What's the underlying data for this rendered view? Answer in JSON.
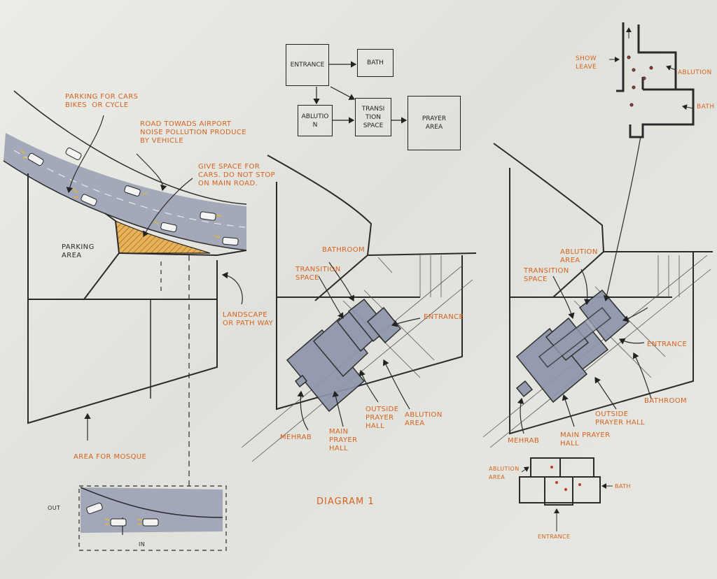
{
  "diagram_title": "DIAGRAM 1",
  "colors": {
    "ink": "#222222",
    "annotation": "#d4621f",
    "road": "#9ba2b5",
    "block": "#8e95ab",
    "hatch": "#d99a2a",
    "paper": "#e8e8e3"
  },
  "flow_chart": {
    "entrance": "ENTRANCE",
    "bath": "BATH",
    "ablution": "ABLUTIO\nN",
    "transition": "TRANSI\nTION\nSPACE",
    "prayer": "PRAYER\nAREA"
  },
  "site_plan": {
    "parking_note": "PARKING FOR CARS\nBIKES  OR CYCLE",
    "road_note": "ROAD TOWADS AIRPORT\nNOISE POLLUTION PRODUCE\nBY VEHICLE",
    "space_note": "GIVE SPACE FOR\nCARS. DO NOT STOP\nON MAIN ROAD.",
    "parking_area": "PARKING\nAREA",
    "landscape": "LANDSCAPE\nOR PATH WAY",
    "mosque_area": "AREA FOR MOSQUE"
  },
  "road_detail": {
    "out": "OUT",
    "in": "IN"
  },
  "option_a": {
    "bathroom": "BATHROOM",
    "transition": "TRANSITION\nSPACE",
    "entrance": "ENTRANCE",
    "mehrab": "MEHRAB",
    "main_hall": "MAIN\nPRAYER\nHALL",
    "outside_hall": "OUTSIDE\nPRAYER\nHALL",
    "ablution": "ABLUTION\nAREA"
  },
  "option_b": {
    "ablution": "ABLUTION\nAREA",
    "transition": "TRANSITION\nSPACE",
    "entrance": "ENTRANCE",
    "bathroom": "BATHROOM",
    "mehrab": "MEHRAB",
    "main_hall": "MAIN PRAYER\nHALL",
    "outside_hall": "OUTSIDE\nPRAYER HALL"
  },
  "shoe_detail": {
    "shoe": "SHOW\nLEAVE",
    "ablution": "ABLUTION",
    "bath": "BATH"
  },
  "ablution_detail": {
    "ablution": "ABLUTION\nAREA",
    "bath": "BATH",
    "entrance": "ENTRANCE"
  }
}
